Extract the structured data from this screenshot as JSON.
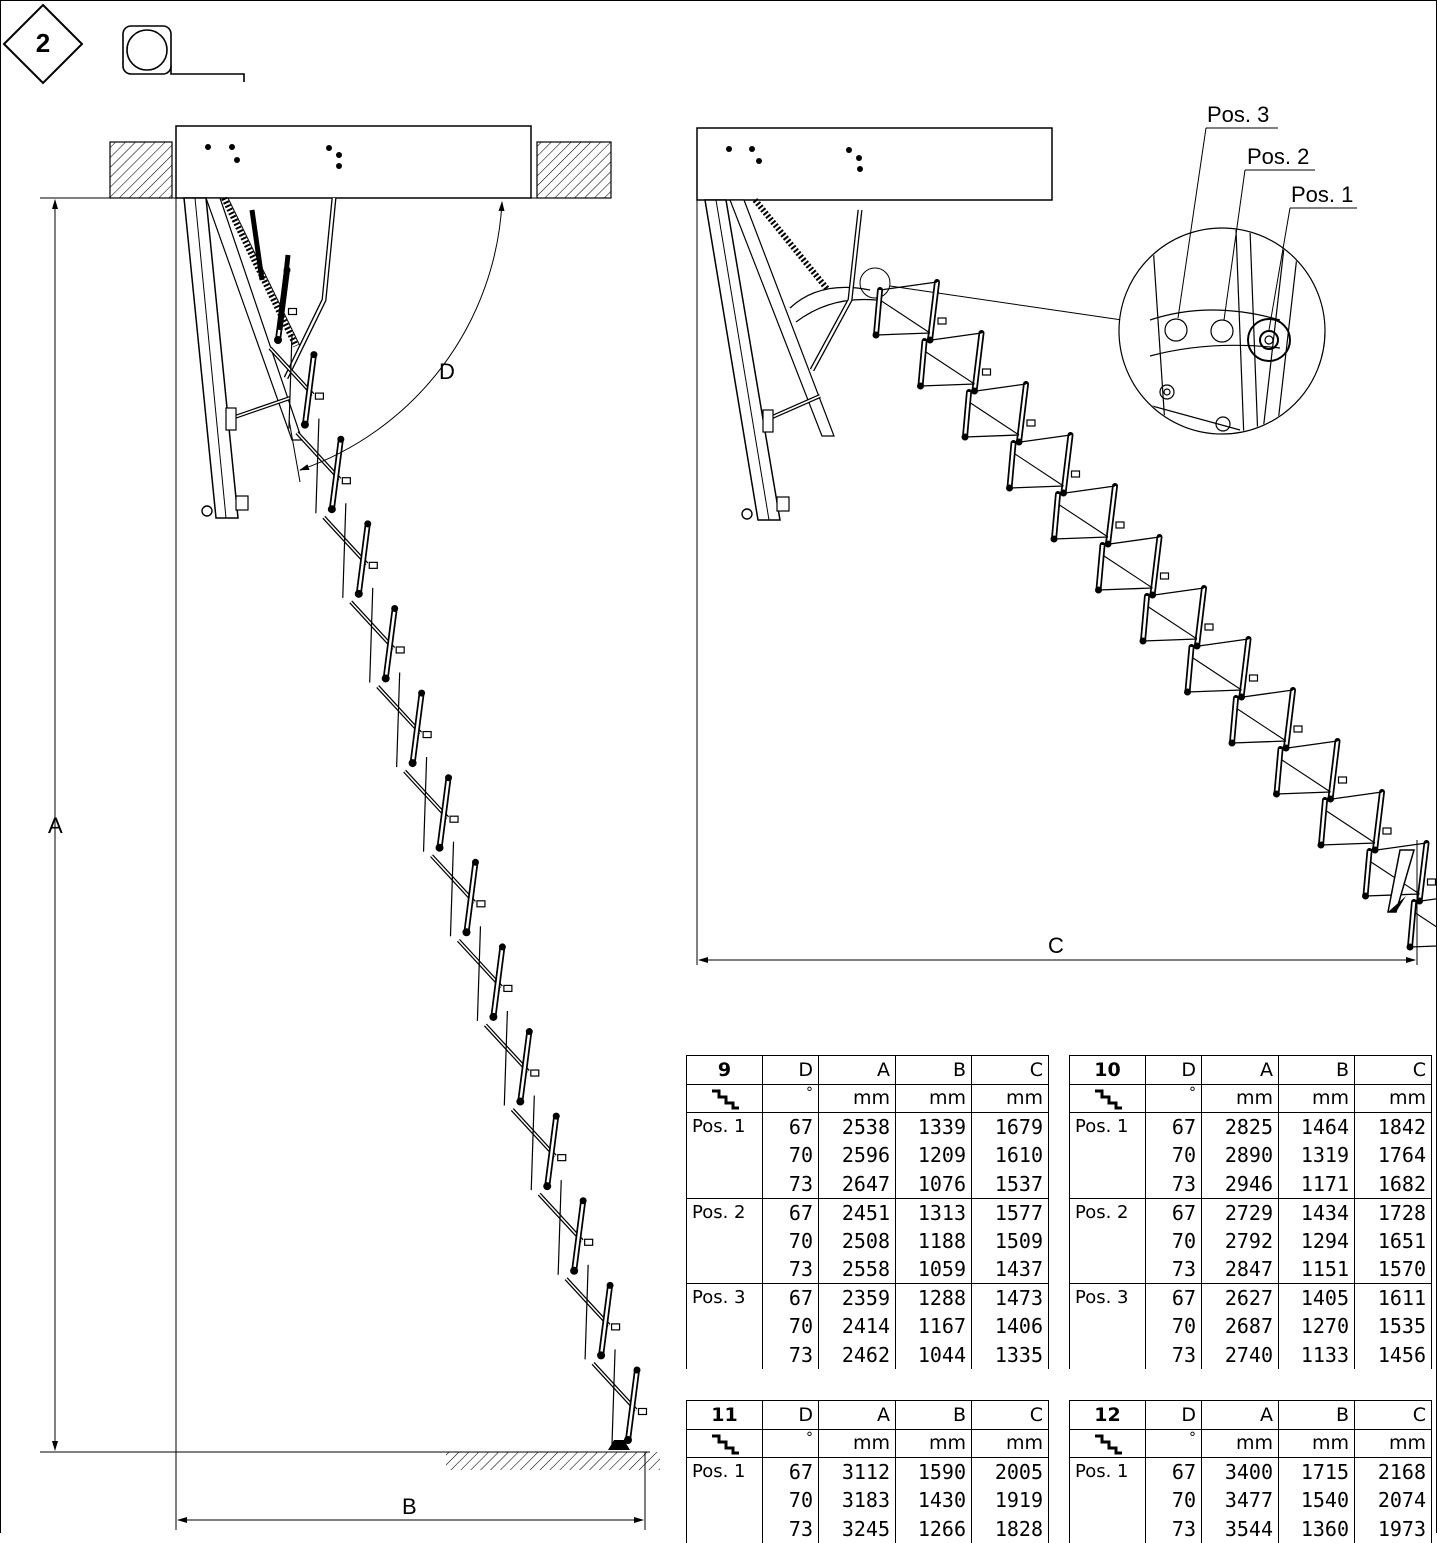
{
  "step": {
    "number": "2"
  },
  "dimension_labels": {
    "A": "A",
    "B": "B",
    "C": "C",
    "D": "D"
  },
  "positions": {
    "pos3": "Pos. 3",
    "pos2": "Pos. 2",
    "pos1": "Pos. 1"
  },
  "icons": {
    "step": "diamond-step-badge-icon",
    "tape": "tape-measure-icon",
    "stairs": "stair-steps-icon"
  },
  "table_headers": {
    "cols": [
      "D",
      "A",
      "B",
      "C"
    ],
    "units": [
      "°",
      "mm",
      "mm",
      "mm"
    ]
  },
  "tables": [
    {
      "id": "9",
      "rows": [
        {
          "pos": "Pos. 1",
          "D": "67",
          "A": "2538",
          "B": "1339",
          "C": "1679"
        },
        {
          "pos": "",
          "D": "70",
          "A": "2596",
          "B": "1209",
          "C": "1610"
        },
        {
          "pos": "",
          "D": "73",
          "A": "2647",
          "B": "1076",
          "C": "1537"
        },
        {
          "pos": "Pos. 2",
          "D": "67",
          "A": "2451",
          "B": "1313",
          "C": "1577"
        },
        {
          "pos": "",
          "D": "70",
          "A": "2508",
          "B": "1188",
          "C": "1509"
        },
        {
          "pos": "",
          "D": "73",
          "A": "2558",
          "B": "1059",
          "C": "1437"
        },
        {
          "pos": "Pos. 3",
          "D": "67",
          "A": "2359",
          "B": "1288",
          "C": "1473"
        },
        {
          "pos": "",
          "D": "70",
          "A": "2414",
          "B": "1167",
          "C": "1406"
        },
        {
          "pos": "",
          "D": "73",
          "A": "2462",
          "B": "1044",
          "C": "1335"
        }
      ]
    },
    {
      "id": "10",
      "rows": [
        {
          "pos": "Pos. 1",
          "D": "67",
          "A": "2825",
          "B": "1464",
          "C": "1842"
        },
        {
          "pos": "",
          "D": "70",
          "A": "2890",
          "B": "1319",
          "C": "1764"
        },
        {
          "pos": "",
          "D": "73",
          "A": "2946",
          "B": "1171",
          "C": "1682"
        },
        {
          "pos": "Pos. 2",
          "D": "67",
          "A": "2729",
          "B": "1434",
          "C": "1728"
        },
        {
          "pos": "",
          "D": "70",
          "A": "2792",
          "B": "1294",
          "C": "1651"
        },
        {
          "pos": "",
          "D": "73",
          "A": "2847",
          "B": "1151",
          "C": "1570"
        },
        {
          "pos": "Pos. 3",
          "D": "67",
          "A": "2627",
          "B": "1405",
          "C": "1611"
        },
        {
          "pos": "",
          "D": "70",
          "A": "2687",
          "B": "1270",
          "C": "1535"
        },
        {
          "pos": "",
          "D": "73",
          "A": "2740",
          "B": "1133",
          "C": "1456"
        }
      ]
    },
    {
      "id": "11",
      "rows": [
        {
          "pos": "Pos. 1",
          "D": "67",
          "A": "3112",
          "B": "1590",
          "C": "2005"
        },
        {
          "pos": "",
          "D": "70",
          "A": "3183",
          "B": "1430",
          "C": "1919"
        },
        {
          "pos": "",
          "D": "73",
          "A": "3245",
          "B": "1266",
          "C": "1828"
        }
      ]
    },
    {
      "id": "12",
      "rows": [
        {
          "pos": "Pos. 1",
          "D": "67",
          "A": "3400",
          "B": "1715",
          "C": "2168"
        },
        {
          "pos": "",
          "D": "70",
          "A": "3477",
          "B": "1540",
          "C": "2074"
        },
        {
          "pos": "",
          "D": "73",
          "A": "3544",
          "B": "1360",
          "C": "1973"
        }
      ]
    }
  ]
}
